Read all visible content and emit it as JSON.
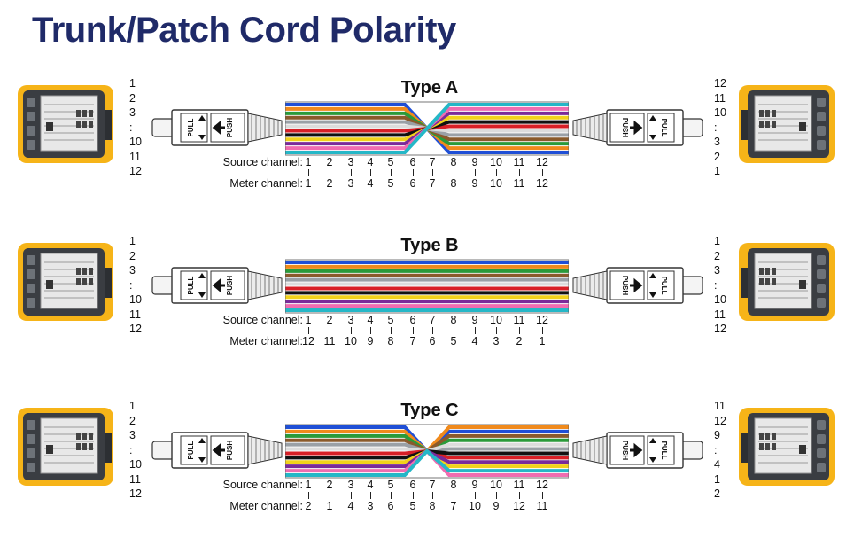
{
  "title": "Trunk/Patch Cord Polarity",
  "labels": {
    "source": "Source channel:",
    "meter": "Meter channel:",
    "pull": "PULL",
    "push": "PUSH"
  },
  "colors": {
    "title": "#1f2a68",
    "meter_body": "#f6b418",
    "meter_screen": "#e8e8e8",
    "connector_outline": "#333333"
  },
  "fiber_colors": [
    "#1f4fd6",
    "#f08a1c",
    "#2a9a3a",
    "#8a5a2b",
    "#9aa0a6",
    "#ffffff",
    "#d81f26",
    "#111111",
    "#f2d21b",
    "#7a2a9a",
    "#f06cb0",
    "#25b7c7"
  ],
  "chart_data": {
    "type": "table",
    "rows": [
      {
        "name": "Type A",
        "source": [
          "1",
          "2",
          "3",
          "4",
          "5",
          "6",
          "7",
          "8",
          "9",
          "10",
          "11",
          "12"
        ],
        "meter": [
          "1",
          "2",
          "3",
          "4",
          "5",
          "6",
          "7",
          "8",
          "9",
          "10",
          "11",
          "12"
        ],
        "left_ports": [
          "1",
          "2",
          "3",
          ":",
          "10",
          "11",
          "12"
        ],
        "right_ports": [
          "12",
          "11",
          "10",
          ":",
          "3",
          "2",
          "1"
        ]
      },
      {
        "name": "Type B",
        "source": [
          "1",
          "2",
          "3",
          "4",
          "5",
          "6",
          "7",
          "8",
          "9",
          "10",
          "11",
          "12"
        ],
        "meter": [
          "12",
          "11",
          "10",
          "9",
          "8",
          "7",
          "6",
          "5",
          "4",
          "3",
          "2",
          "1"
        ],
        "left_ports": [
          "1",
          "2",
          "3",
          ":",
          "10",
          "11",
          "12"
        ],
        "right_ports": [
          "1",
          "2",
          "3",
          ":",
          "10",
          "11",
          "12"
        ]
      },
      {
        "name": "Type C",
        "source": [
          "1",
          "2",
          "3",
          "4",
          "5",
          "6",
          "7",
          "8",
          "9",
          "10",
          "11",
          "12"
        ],
        "meter": [
          "2",
          "1",
          "4",
          "3",
          "6",
          "5",
          "8",
          "7",
          "10",
          "9",
          "12",
          "11"
        ],
        "left_ports": [
          "1",
          "2",
          "3",
          ":",
          "10",
          "11",
          "12"
        ],
        "right_ports": [
          "11",
          "12",
          "9",
          ":",
          "4",
          "1",
          "2"
        ]
      }
    ]
  }
}
